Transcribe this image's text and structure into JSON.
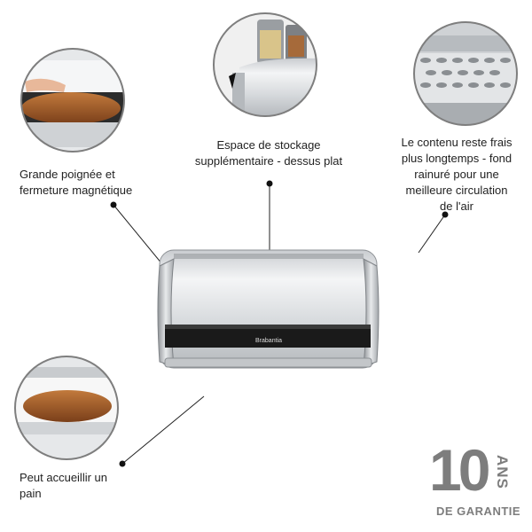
{
  "captions": {
    "handle": [
      "Grande poignée et",
      "fermeture magnétique"
    ],
    "storage": [
      "Espace de stockage",
      "supplémentaire - dessus plat"
    ],
    "fresh": [
      "Le contenu reste frais",
      "plus longtemps - fond",
      "rainuré pour une",
      "meilleure circulation",
      "de l'air"
    ],
    "loaf": [
      "Peut accueillir un",
      "pain"
    ]
  },
  "product": {
    "logo": "Brabantia"
  },
  "warranty": {
    "number": "10",
    "unit": "ANS",
    "label": "DE GARANTIE"
  },
  "icons": {
    "handle_photo": "hand-opening-lid-photo",
    "storage_photo": "jars-on-lid-photo",
    "fresh_photo": "grooved-base-photo",
    "loaf_photo": "bread-loaf-photo"
  },
  "colors": {
    "steel_light": "#eceef0",
    "steel_dark": "#9ea2a6",
    "handle_black": "#1a1a1a",
    "bread": "#a65a2a",
    "warranty_gray": "#7d7d7d"
  }
}
